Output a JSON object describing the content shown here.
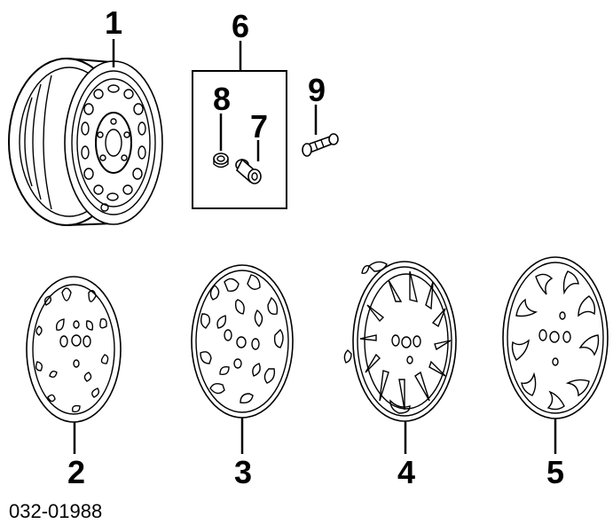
{
  "diagram": {
    "code": "032-01988",
    "parts": [
      {
        "callout": "1",
        "part": "steel-wheel"
      },
      {
        "callout": "2",
        "part": "wheel-cover-8-slot-oval"
      },
      {
        "callout": "3",
        "part": "wheel-cover-rounded-slots"
      },
      {
        "callout": "4",
        "part": "wheel-cover-spoked-clip-on"
      },
      {
        "callout": "5",
        "part": "wheel-cover-crescent-slots"
      },
      {
        "callout": "6",
        "part": "valve-stem-kit-box"
      },
      {
        "callout": "7",
        "part": "valve-stem"
      },
      {
        "callout": "8",
        "part": "valve-cap"
      },
      {
        "callout": "9",
        "part": "wheel-weight-bolt"
      }
    ]
  }
}
